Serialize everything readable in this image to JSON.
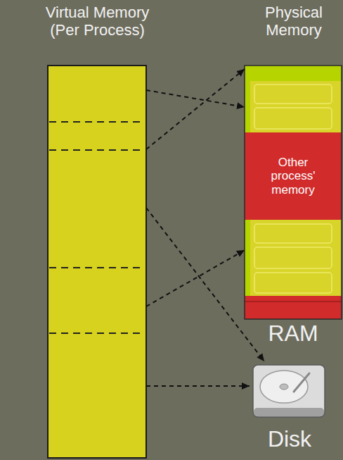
{
  "diagram": {
    "nodes": [
      {
        "text": [
          "Virtual Memory (Per Process)"
        ]
      },
      {
        "text": [
          "Physical Memory",
          "RAM"
        ]
      },
      {
        "text": [
          "Other process' memory"
        ],
        "in": 1
      },
      {
        "text": [
          "Disk"
        ]
      }
    ],
    "edges": [
      {
        "from": 0,
        "to": 1,
        "arrow": "to"
      },
      {
        "from": 0,
        "to": 1,
        "arrow": "to"
      },
      {
        "from": 0,
        "to": 3,
        "arrow": "to"
      },
      {
        "from": 0,
        "to": 1,
        "arrow": "to"
      },
      {
        "from": 0,
        "to": 3,
        "arrow": "to"
      }
    ]
  }
}
